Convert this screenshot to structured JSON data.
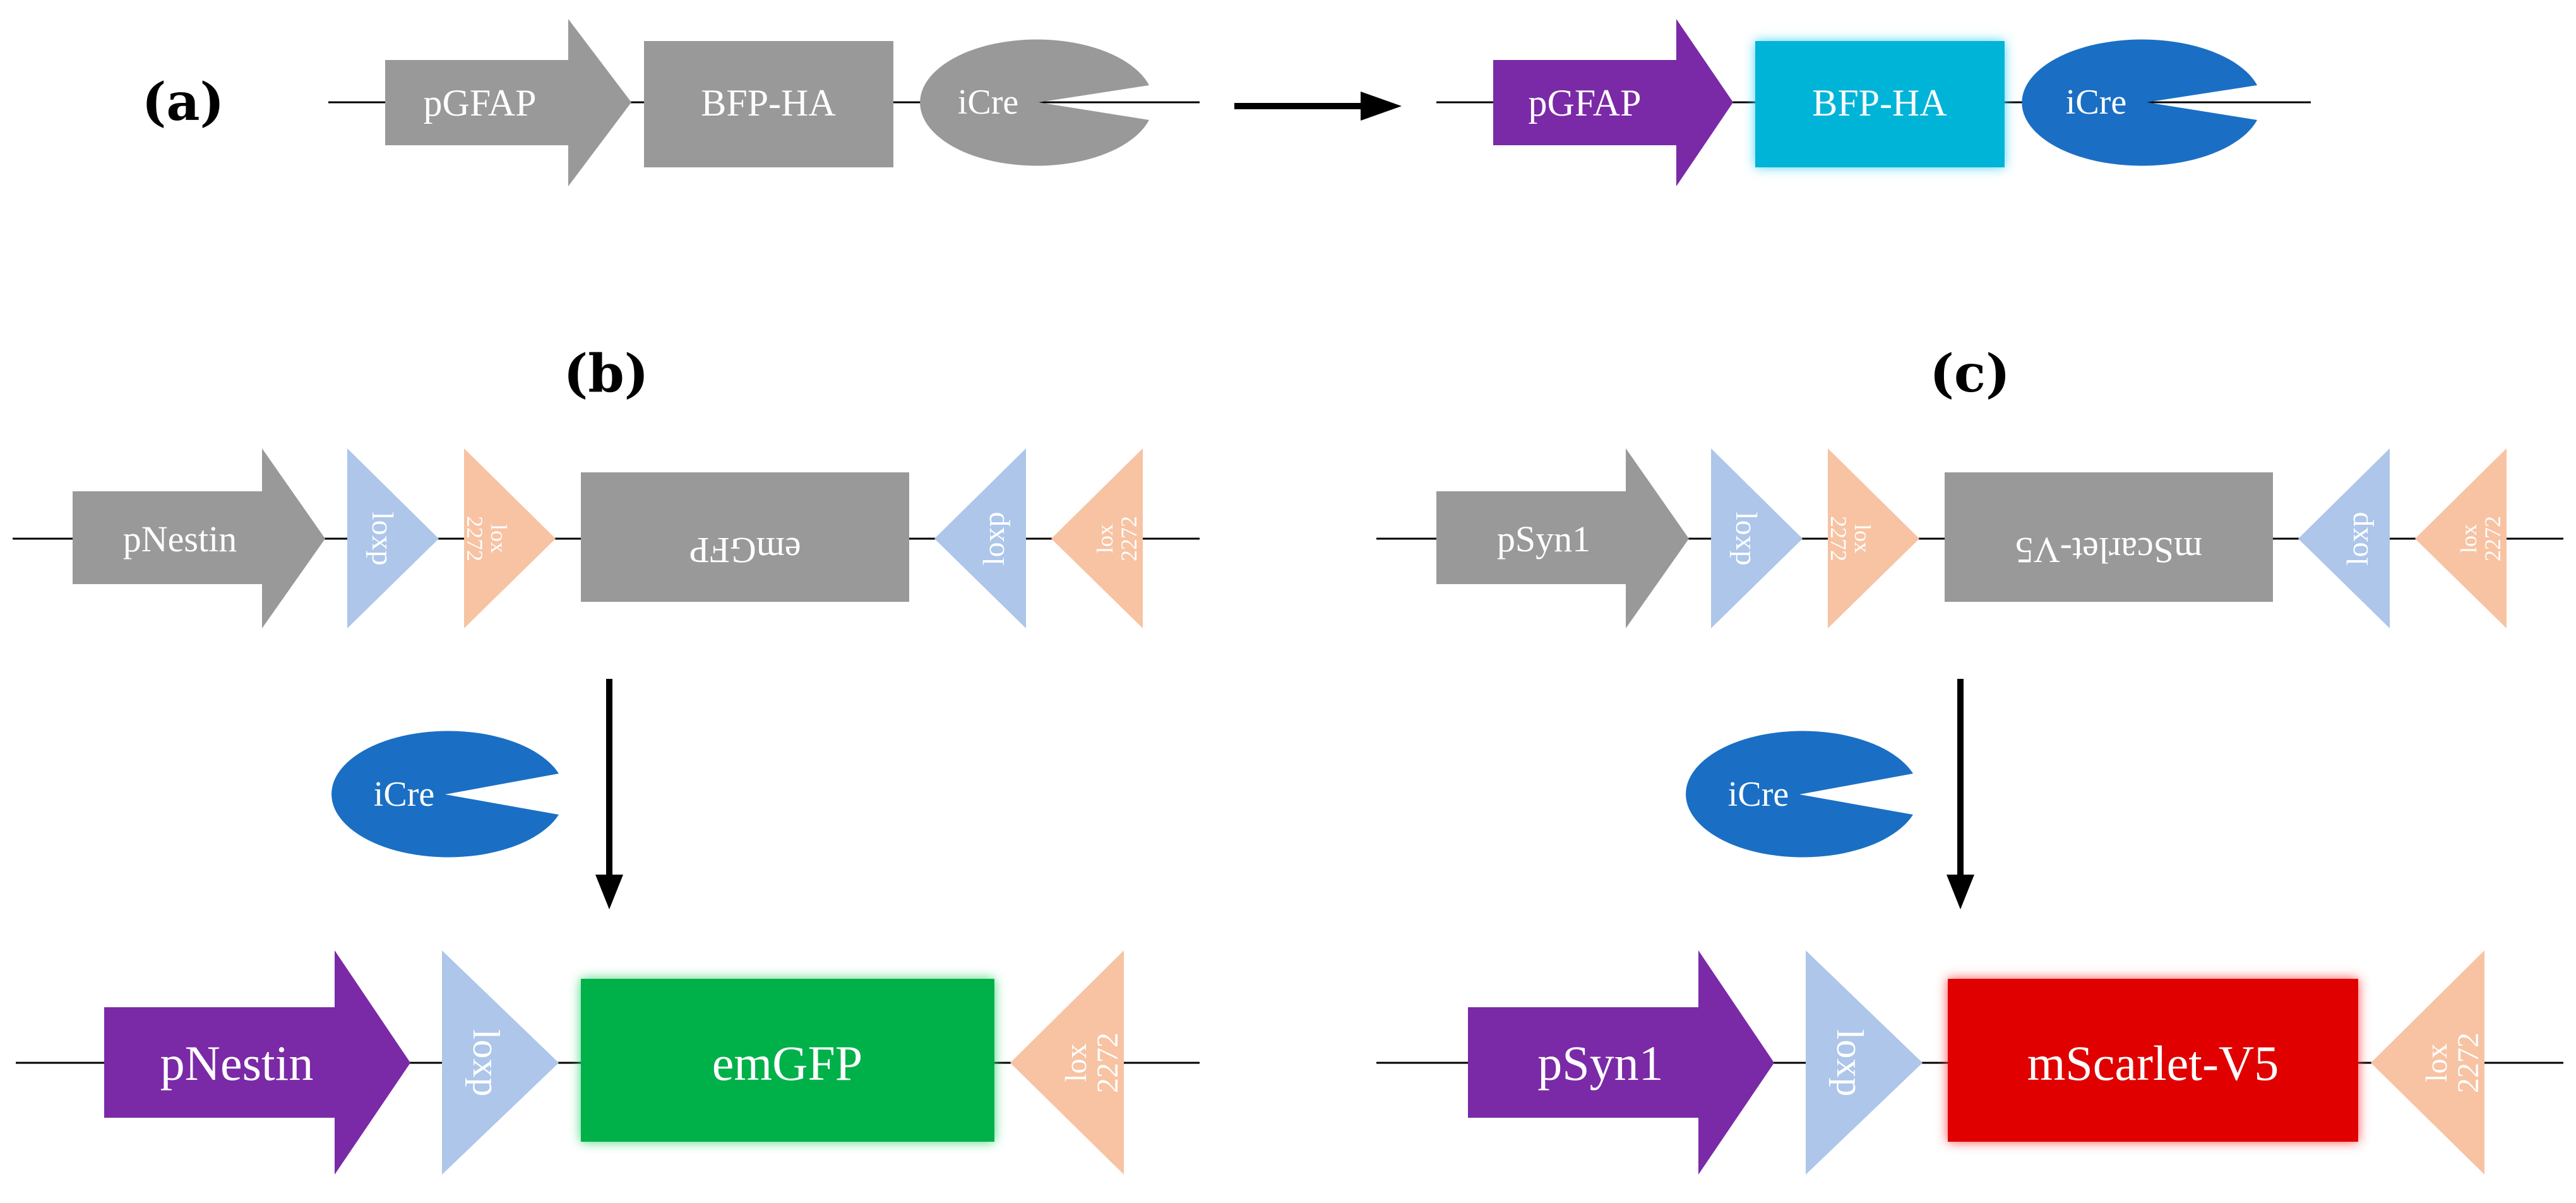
{
  "panels": {
    "a": {
      "label": "(a)",
      "before": {
        "promoter": "pGFAP",
        "gene": "BFP-HA",
        "recombinase": "iCre"
      },
      "after": {
        "promoter": "pGFAP",
        "gene": "BFP-HA",
        "recombinase": "iCre"
      }
    },
    "b": {
      "label": "(b)",
      "before": {
        "promoter": "pNestin",
        "loxp1": "loxp",
        "lox2272_1": "lox\n2272",
        "gene": "emGFP",
        "loxp2": "loxp",
        "lox2272_2": "lox\n2272"
      },
      "recombinase": "iCre",
      "after": {
        "promoter": "pNestin",
        "loxp": "loxp",
        "gene": "emGFP",
        "lox2272": "lox\n2272"
      }
    },
    "c": {
      "label": "(c)",
      "before": {
        "promoter": "pSyn1",
        "loxp1": "loxp",
        "lox2272_1": "lox\n2272",
        "gene": "mScarlet-V5",
        "loxp2": "loxp",
        "lox2272_2": "lox\n2272"
      },
      "recombinase": "iCre",
      "after": {
        "promoter": "pSyn1",
        "loxp": "loxp",
        "gene": "mScarlet-V5",
        "lox2272": "lox\n2272"
      }
    }
  },
  "colors": {
    "inactive": "#999999",
    "promoter_active": "#7a2aa6",
    "bfp": "#00b4d8",
    "cre": "#1a6fc4",
    "loxp": "#adc6ea",
    "lox2272": "#f7c3a3",
    "emgfp": "#00b04a",
    "mscarlet": "#e00000"
  }
}
